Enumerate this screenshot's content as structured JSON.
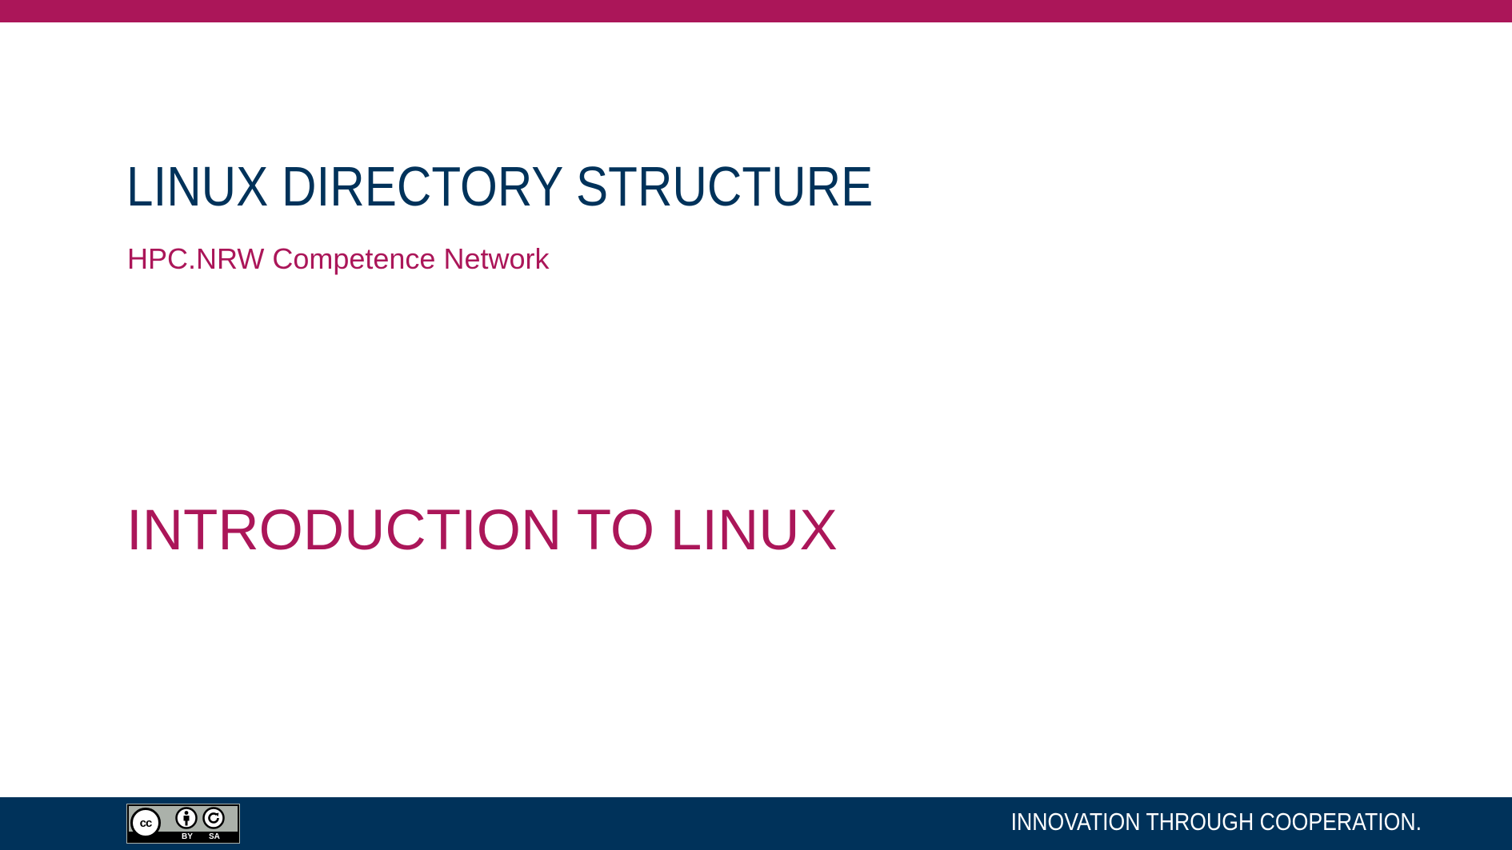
{
  "slide": {
    "title": "LINUX DIRECTORY STRUCTURE",
    "subtitle": "HPC.NRW Competence Network",
    "course_title": "INTRODUCTION TO LINUX"
  },
  "footer": {
    "license": {
      "label_by": "BY",
      "label_sa": "SA",
      "cc_text": "cc"
    },
    "slogan": "INNOVATION THROUGH COOPERATION."
  },
  "colors": {
    "accent": "#ab1659",
    "navy": "#00325a",
    "white": "#ffffff"
  },
  "icons": [
    "creative-commons-icon",
    "attribution-person-icon",
    "share-alike-icon"
  ]
}
